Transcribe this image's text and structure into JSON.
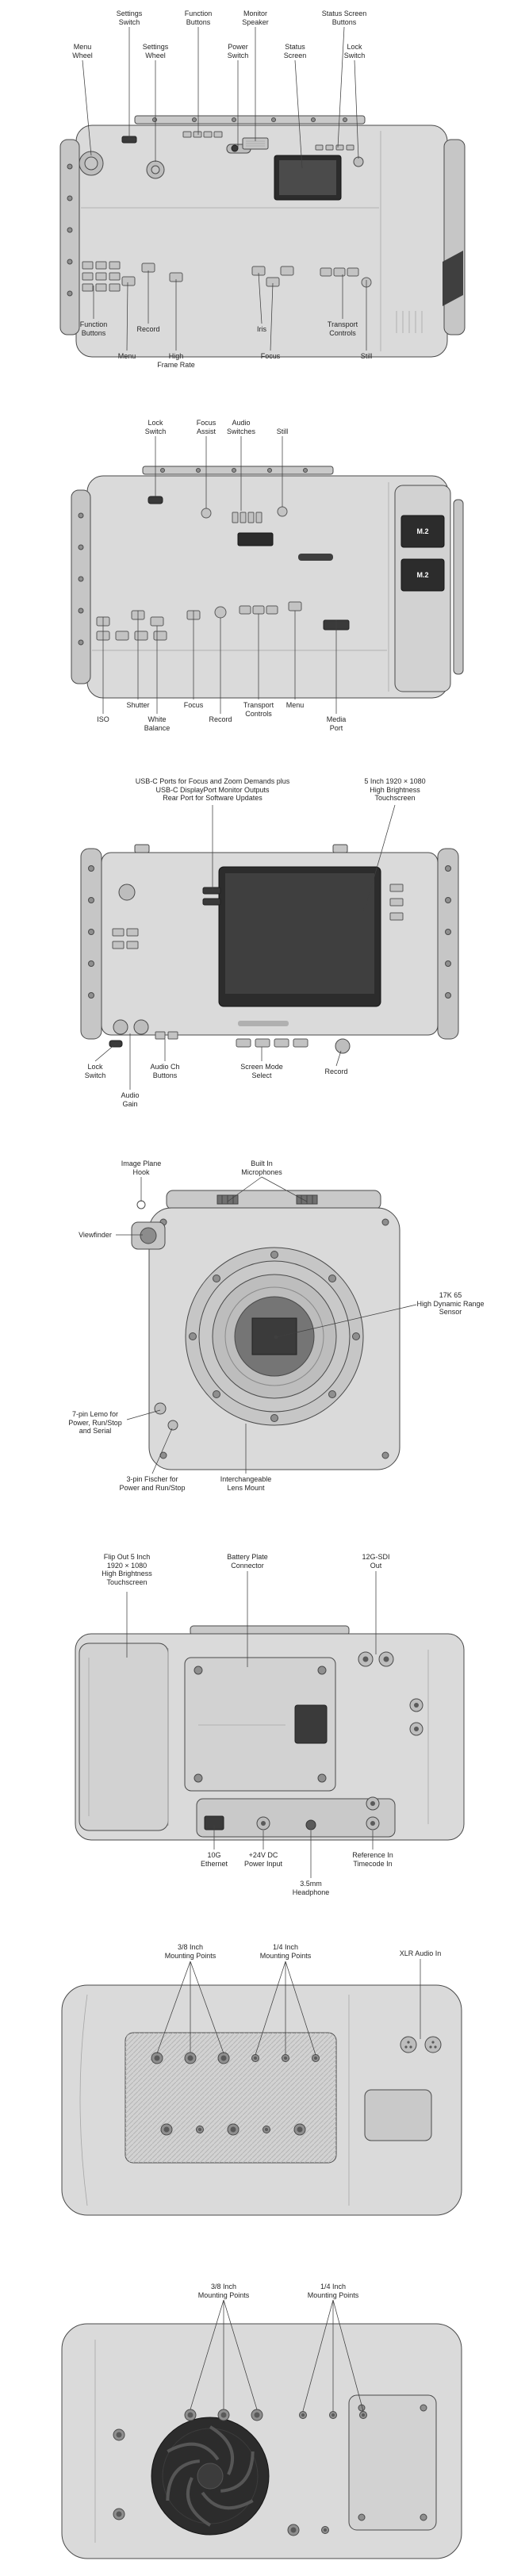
{
  "colors": {
    "background": "#ffffff",
    "body_fill": "#dadada",
    "outline": "#4a4a4a",
    "screen_dark": "#2c2c2c",
    "label_text": "#262626",
    "leader_line": "#3f3f3f"
  },
  "badges": {
    "m2": "M.2"
  },
  "sections": {
    "side_a": {
      "labels": {
        "settings_switch": "Settings\nSwitch",
        "function_buttons_top": "Function\nButtons",
        "monitor_speaker": "Monitor\nSpeaker",
        "status_screen_buttons": "Status Screen\nButtons",
        "menu_wheel": "Menu\nWheel",
        "settings_wheel": "Settings\nWheel",
        "power_switch": "Power\nSwitch",
        "status_screen": "Status\nScreen",
        "lock_switch": "Lock\nSwitch",
        "function_buttons_bottom": "Function\nButtons",
        "record": "Record",
        "iris": "Iris",
        "transport_controls": "Transport\nControls",
        "menu": "Menu",
        "high_frame_rate": "High\nFrame Rate",
        "focus": "Focus",
        "still": "Still"
      }
    },
    "side_b": {
      "labels": {
        "lock_switch": "Lock\nSwitch",
        "focus_assist": "Focus\nAssist",
        "audio_switches": "Audio\nSwitches",
        "still": "Still",
        "iso": "ISO",
        "shutter": "Shutter",
        "white_balance": "White\nBalance",
        "focus": "Focus",
        "record": "Record",
        "transport_controls": "Transport\nControls",
        "menu": "Menu",
        "media_port": "Media\nPort"
      }
    },
    "rear": {
      "labels": {
        "usb_ports": "USB-C Ports for Focus and Zoom Demands plus\nUSB-C DisplayPort Monitor Outputs\nRear Port for Software Updates",
        "touchscreen": "5 Inch 1920 × 1080\nHigh Brightness\nTouchscreen",
        "lock_switch": "Lock\nSwitch",
        "audio_ch_buttons": "Audio Ch\nButtons",
        "audio_gain": "Audio\nGain",
        "screen_mode_select": "Screen Mode\nSelect",
        "record": "Record"
      }
    },
    "front": {
      "labels": {
        "image_plane_hook": "Image Plane\nHook",
        "built_in_microphones": "Built In\nMicrophones",
        "viewfinder": "Viewfinder",
        "sensor": "17K 65\nHigh Dynamic Range\nSensor",
        "lemo_7pin": "7-pin Lemo for\nPower, Run/Stop\nand Serial",
        "fischer_3pin": "3-pin Fischer for\nPower and Run/Stop",
        "lens_mount": "Interchangeable\nLens Mount"
      }
    },
    "side_c": {
      "labels": {
        "flip_out_screen": "Flip Out 5 Inch\n1920 × 1080\nHigh Brightness\nTouchscreen",
        "battery_plate_connector": "Battery Plate\nConnector",
        "sdi_out": "12G-SDI\nOut",
        "ethernet": "10G\nEthernet",
        "dc_power": "+24V DC\nPower Input",
        "headphone": "3.5mm\nHeadphone",
        "ref_timecode": "Reference In\nTimecode In"
      }
    },
    "top": {
      "labels": {
        "mount_38": "3/8 Inch\nMounting Points",
        "mount_14": "1/4 Inch\nMounting Points",
        "xlr": "XLR Audio In"
      }
    },
    "bottom": {
      "labels": {
        "mount_38": "3/8 Inch\nMounting Points",
        "mount_14": "1/4 Inch\nMounting Points"
      }
    }
  }
}
